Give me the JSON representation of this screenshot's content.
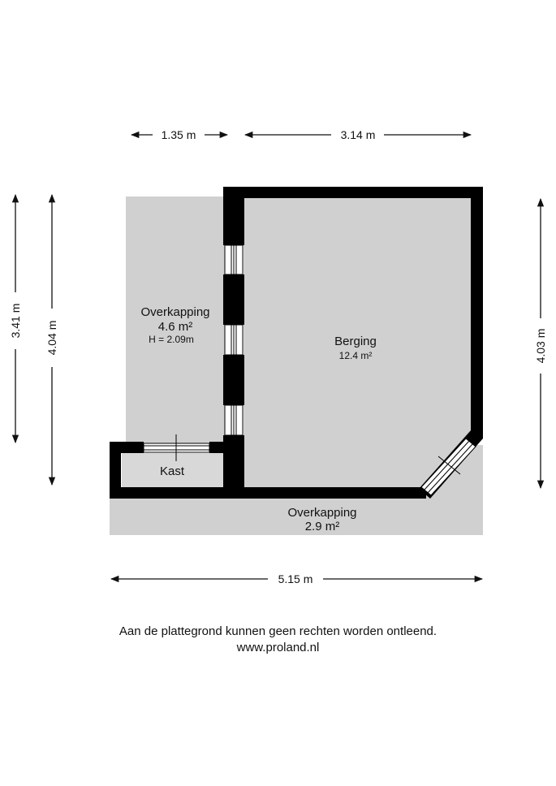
{
  "dimensions": {
    "top_left": "1.35 m",
    "top_right": "3.14 m",
    "left_outer": "3.41 m",
    "left_inner": "4.04 m",
    "right": "4.03 m",
    "bottom": "5.15 m"
  },
  "rooms": {
    "overkapping_left": {
      "name": "Overkapping",
      "area": "4.6 m²",
      "height": "H = 2.09m"
    },
    "berging": {
      "name": "Berging",
      "area": "12.4 m²"
    },
    "kast": {
      "name": "Kast"
    },
    "overkapping_bottom": {
      "name": "Overkapping",
      "area": "2.9 m²"
    }
  },
  "footer": {
    "disclaimer": "Aan de plattegrond kunnen geen rechten worden ontleend.",
    "website": "www.proland.nl"
  },
  "colors": {
    "wall": "#000000",
    "floor": "#d0d0d0",
    "dimension_line": "#111111"
  }
}
